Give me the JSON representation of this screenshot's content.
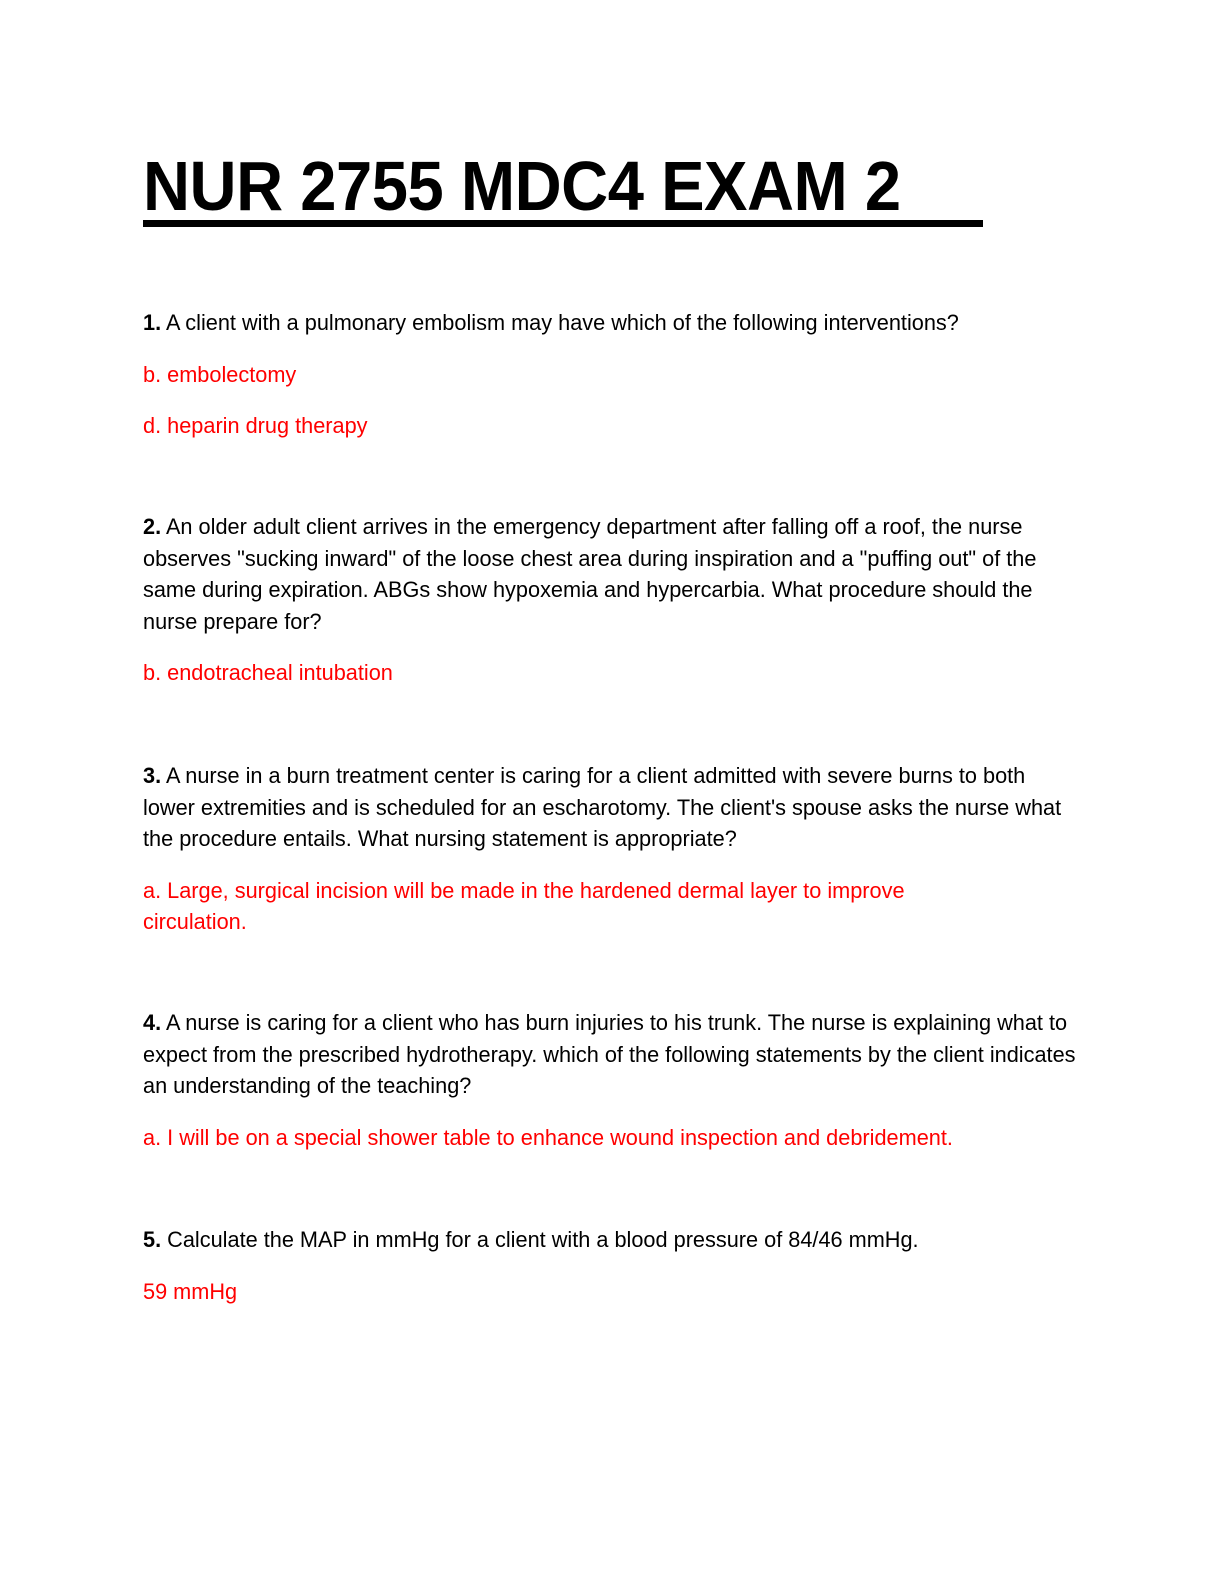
{
  "document": {
    "title": "NUR 2755 MDC4 EXAM 2",
    "answer_color": "#ff0000",
    "questions": [
      {
        "number": "1.",
        "text": "A client with a pulmonary embolism may have which of the following interventions?",
        "answers": [
          "b. embolectomy",
          "d. heparin drug therapy"
        ]
      },
      {
        "number": "2.",
        "text": "An older adult client arrives in the emergency department after falling off a roof, the nurse observes \"sucking inward\" of the loose chest area during inspiration and a \"puffing out\" of the same during expiration. ABGs show hypoxemia and hypercarbia. What procedure should the nurse prepare for?",
        "answers": [
          "b. endotracheal intubation"
        ]
      },
      {
        "number": "3.",
        "text": "A nurse in a burn treatment center is caring for a client admitted with severe burns to both lower extremities and is scheduled for an escharotomy. The client's spouse asks the nurse what the procedure entails. What nursing statement is appropriate?",
        "answers": [
          "a. Large, surgical incision will be made in the hardened dermal layer to improve circulation."
        ]
      },
      {
        "number": "4.",
        "text": "A nurse is caring for a client who has burn injuries to his trunk. The nurse is explaining what to expect from the prescribed hydrotherapy. which of the following statements by the client indicates an understanding of the teaching?",
        "answers": [
          "a. I will be on a special shower table to enhance wound inspection and debridement."
        ]
      },
      {
        "number": "5.",
        "text": "Calculate the MAP in mmHg for a client with a blood pressure of 84/46 mmHg.",
        "answers": [
          "59 mmHg"
        ]
      }
    ]
  }
}
